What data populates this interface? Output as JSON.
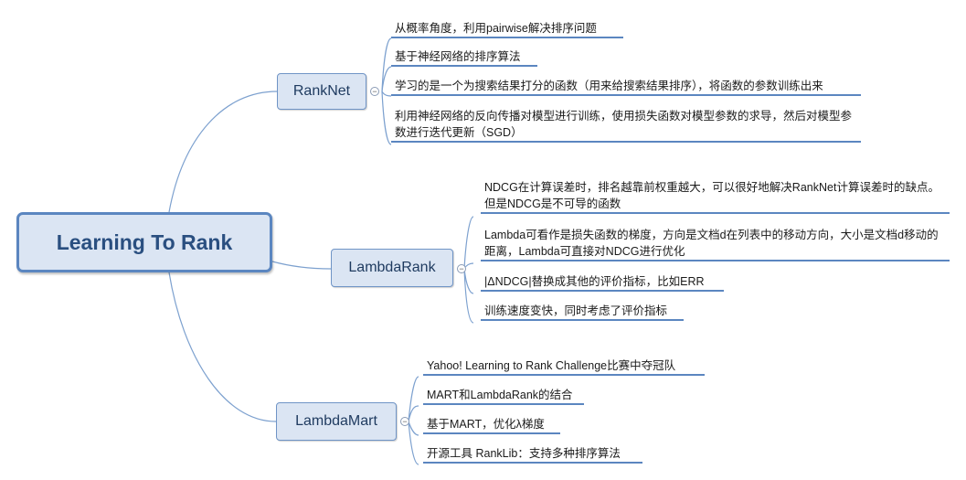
{
  "root": {
    "label": "Learning To Rank"
  },
  "branches": [
    {
      "label": "RankNet",
      "items": [
        "从概率角度，利用pairwise解决排序问题",
        "基于神经网络的排序算法",
        "学习的是一个为搜索结果打分的函数（用来给搜索结果排序），将函数的参数训练出来",
        "利用神经网络的反向传播对模型进行训练，使用损失函数对模型参数的求导，然后对模型参数进行迭代更新（SGD）"
      ]
    },
    {
      "label": "LambdaRank",
      "items": [
        "NDCG在计算误差时，排名越靠前权重越大，可以很好地解决RankNet计算误差时的缺点。但是NDCG是不可导的函数",
        "Lambda可看作是损失函数的梯度，方向是文档d在列表中的移动方向，大小是文档d移动的距离，Lambda可直接对NDCG进行优化",
        "|ΔNDCG|替换成其他的评价指标，比如ERR",
        "训练速度变快，同时考虑了评价指标"
      ]
    },
    {
      "label": "LambdaMart",
      "items": [
        "Yahoo! Learning to Rank Challenge比赛中夺冠队",
        "MART和LambdaRank的结合",
        "基于MART，优化λ梯度",
        "开源工具 RankLib：支持多种排序算法"
      ]
    }
  ],
  "colors": {
    "line": "#7da1cf",
    "underline": "#5b86c0",
    "node_fill": "#dbe5f3"
  }
}
